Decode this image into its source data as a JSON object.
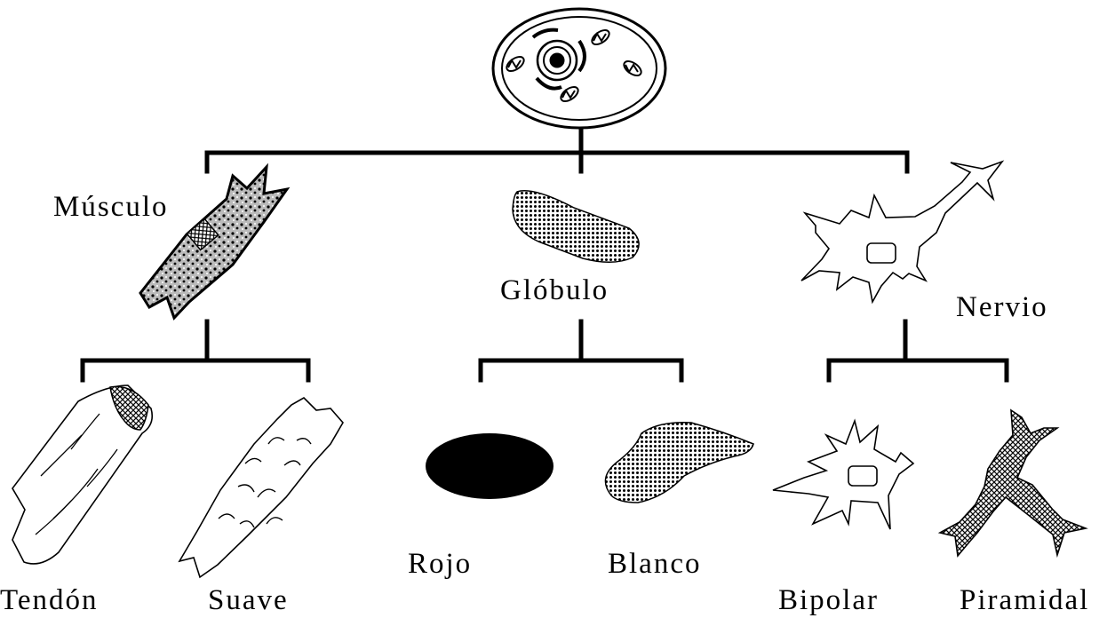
{
  "diagram": {
    "root": {
      "icon": "generic-cell-icon"
    },
    "branches": [
      {
        "label": "Músculo",
        "icon": "muscle-cell-icon",
        "children": [
          {
            "label": "Tendón",
            "icon": "tendon-cell-icon"
          },
          {
            "label": "Suave",
            "icon": "smooth-muscle-cell-icon"
          }
        ]
      },
      {
        "label": "Glóbulo",
        "icon": "blood-cell-icon",
        "children": [
          {
            "label": "Rojo",
            "icon": "red-blood-cell-icon"
          },
          {
            "label": "Blanco",
            "icon": "white-blood-cell-icon"
          }
        ]
      },
      {
        "label": "Nervio",
        "icon": "nerve-cell-icon",
        "children": [
          {
            "label": "Bipolar",
            "icon": "bipolar-neuron-icon"
          },
          {
            "label": "Piramidal",
            "icon": "pyramidal-neuron-icon"
          }
        ]
      }
    ],
    "colors": {
      "ink": "#000000",
      "background": "#ffffff"
    }
  }
}
